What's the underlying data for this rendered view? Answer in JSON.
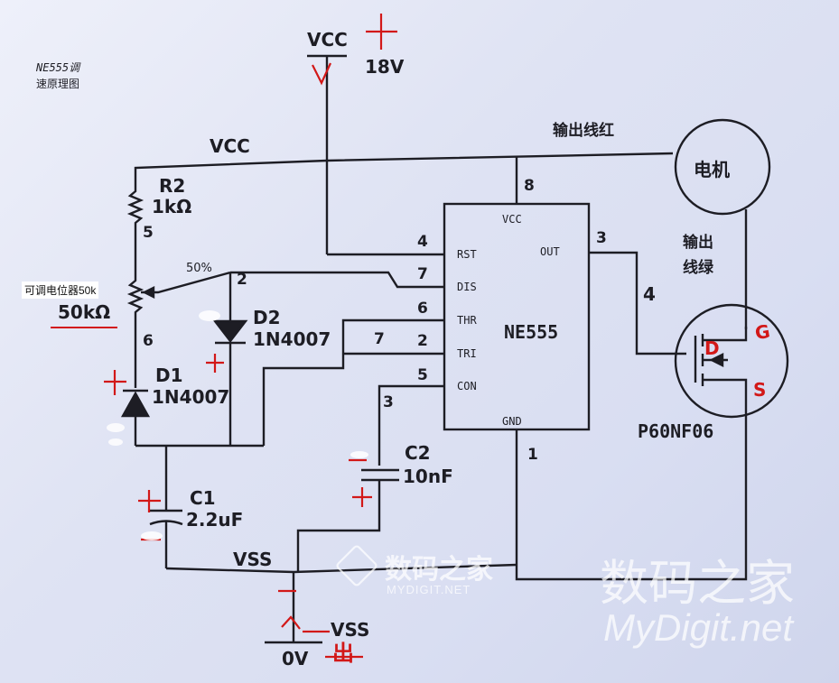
{
  "diagram": {
    "title_line1": "NE555调",
    "title_line2": "速原理图",
    "vcc_top": "VCC",
    "vcc_rail": "VCC",
    "vcc_voltage": "18V",
    "output_red": "输出线红",
    "output_green_1": "输出",
    "output_green_2": "线绿",
    "motor": "电机",
    "r2_name": "R2",
    "r2_value": "1kΩ",
    "pot_value": "50kΩ",
    "pot_percent": "50%",
    "pot_annotation": "可调电位器50k",
    "d1_name": "D1",
    "d1_part": "1N4007",
    "d2_name": "D2",
    "d2_part": "1N4007",
    "c1_name": "C1",
    "c1_value": "2.2uF",
    "c2_name": "C2",
    "c2_value": "10nF",
    "vss_rail": "VSS",
    "vss_bottom": "VSS",
    "zero_volt": "0V",
    "mosfet_part": "P60NF06",
    "ic": {
      "name": "NE555",
      "pin_vcc": "VCC",
      "pin_rst": "RST",
      "pin_dis": "DIS",
      "pin_thr": "THR",
      "pin_tri": "TRI",
      "pin_con": "CON",
      "pin_gnd": "GND",
      "pin_out": "OUT"
    },
    "node_numbers": {
      "n8": "8",
      "n4": "4",
      "n7": "7",
      "n6": "6",
      "n2": "2",
      "n5": "5",
      "n3": "3",
      "n1": "1",
      "n4b": "4",
      "n5b": "5",
      "n6b": "6",
      "n2b": "2",
      "n7b": "7",
      "n3b": "3"
    },
    "red_marks": {
      "plus": "+",
      "minus": "-",
      "d": "D",
      "g": "G",
      "s": "S",
      "chu": "出"
    }
  },
  "watermark": {
    "text_cn": "数码之家",
    "text_en": "MyDigit.net",
    "small_cn": "数码之家",
    "small_en": "MYDIGIT.NET"
  }
}
